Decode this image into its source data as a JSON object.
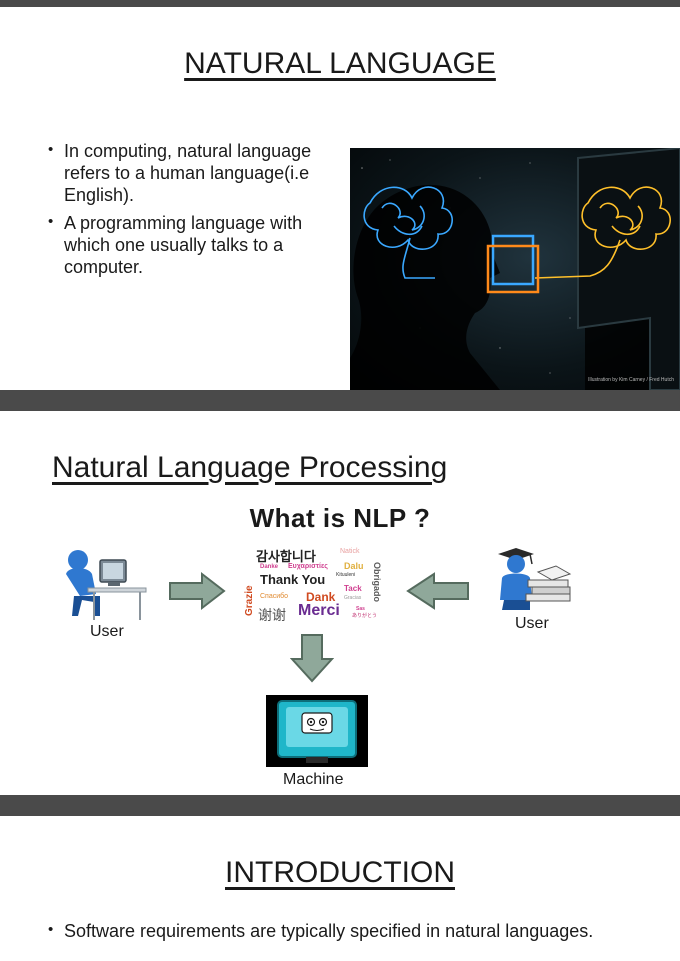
{
  "slides": [
    {
      "title": "NATURAL LANGUAGE",
      "bullets": [
        "In computing, natural language refers to a human language(i.e English).",
        "A programming language with which one usually talks to a computer."
      ],
      "image_credit": "Illustration by Kim Carney / Fred Hutch"
    },
    {
      "title": "Natural Language Processing",
      "subtitle": "What is NLP ?",
      "labels": {
        "user_left": "User",
        "user_right": "User",
        "machine": "Machine"
      },
      "words": {
        "korean": "감사합니다",
        "natick": "Natick",
        "danke": "Danke",
        "greek": "Ευχαριστίες",
        "dalu": "Dalu",
        "thankyou": "Thank You",
        "kituuleni": "Kituuleni",
        "tack": "Tack",
        "spasibo": "Спасибо",
        "dank": "Dank",
        "gracias": "Gracias",
        "xiexie": "谢谢",
        "merci": "Merci",
        "arigato": "ありがとう",
        "grazie": "Grazie",
        "obrigado": "Obrigado",
        "sas": "Sas"
      }
    },
    {
      "title": "INTRODUCTION",
      "bullets": [
        "Software requirements are typically specified in natural languages."
      ]
    }
  ],
  "colors": {
    "divider": "#4a4a4a",
    "arrow_fill": "#8fa89a",
    "arrow_stroke": "#556b5e",
    "brain_blue": "#3aa8ff",
    "brain_yellow": "#ffc02a",
    "merci_purple": "#6a2c91"
  }
}
